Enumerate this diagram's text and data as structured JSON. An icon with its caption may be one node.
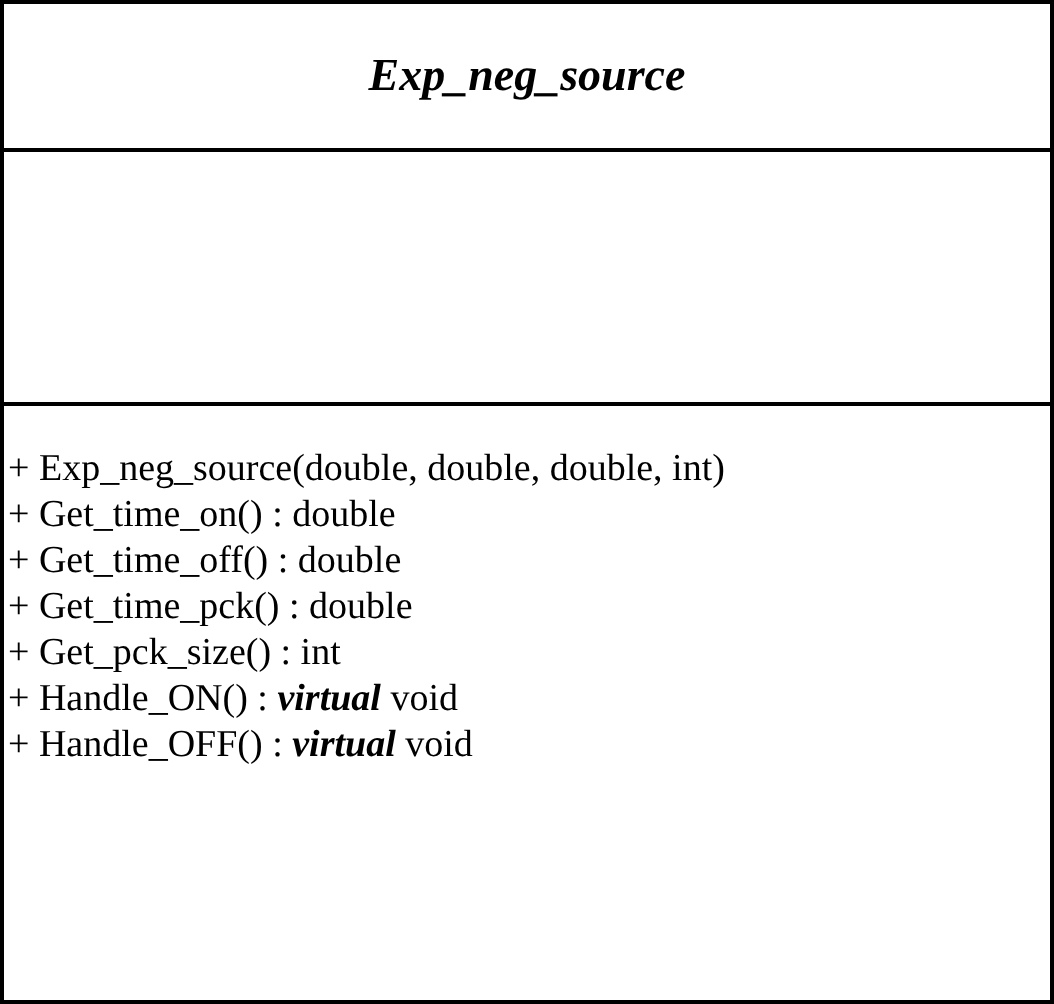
{
  "diagram": {
    "nodes": [
      {
        "text": [
          "Exp_neg_source"
        ]
      },
      {
        "text": [],
        "shape": "box",
        "in": 0
      },
      {
        "text": [
          "+ Exp_neg_source(double, double, double, int)",
          "+ Get_time_on() : double",
          "+ Get_time_off() : double",
          "+ Get_time_pck() : double",
          "+ Get_pck_size() : int",
          "+ Handle_ON() : **virtual** void",
          "+ Handle_OFF() : **virtual** void"
        ],
        "in": 0
      }
    ]
  }
}
